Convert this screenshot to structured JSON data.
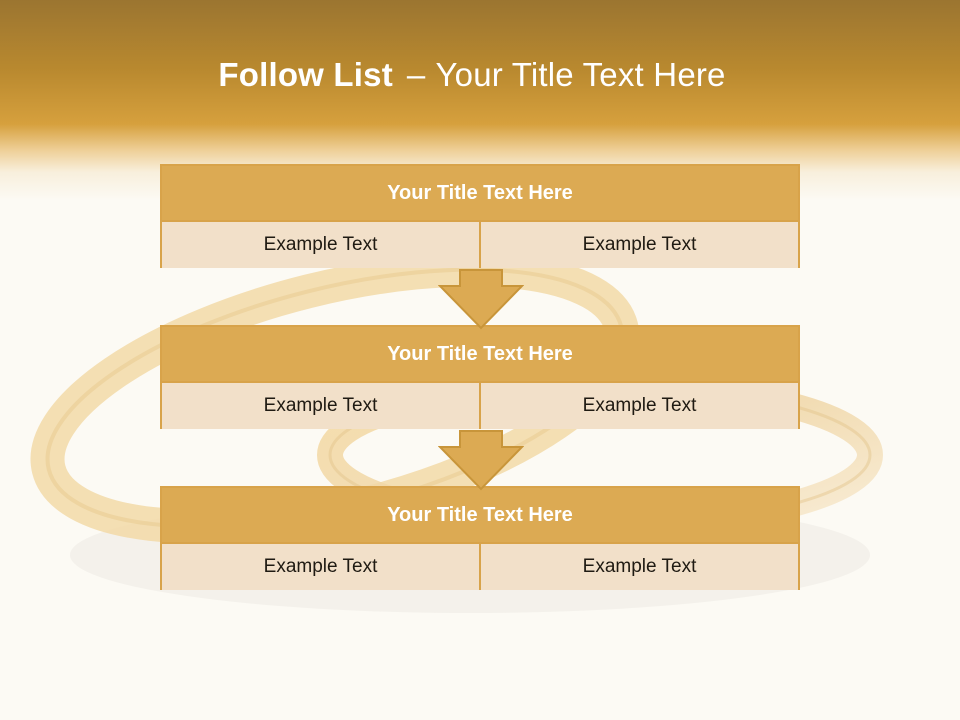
{
  "title": {
    "bold": "Follow List",
    "dash": "–",
    "rest": "Your Title Text Here"
  },
  "steps": [
    {
      "title": "Your Title Text Here",
      "left": "Example Text",
      "right": "Example Text"
    },
    {
      "title": "Your Title Text Here",
      "left": "Example Text",
      "right": "Example Text"
    },
    {
      "title": "Your Title Text Here",
      "left": "Example Text",
      "right": "Example Text"
    }
  ],
  "colors": {
    "header_gradient_top": "#9b7530",
    "header_gradient_mid": "#d6a03d",
    "box_title_fill": "#dcaa53",
    "box_cell_fill": "#f2e0c9",
    "box_border": "#d8a34a",
    "page_background": "#fcfaf4"
  },
  "background_image": "gold-wedding-rings"
}
